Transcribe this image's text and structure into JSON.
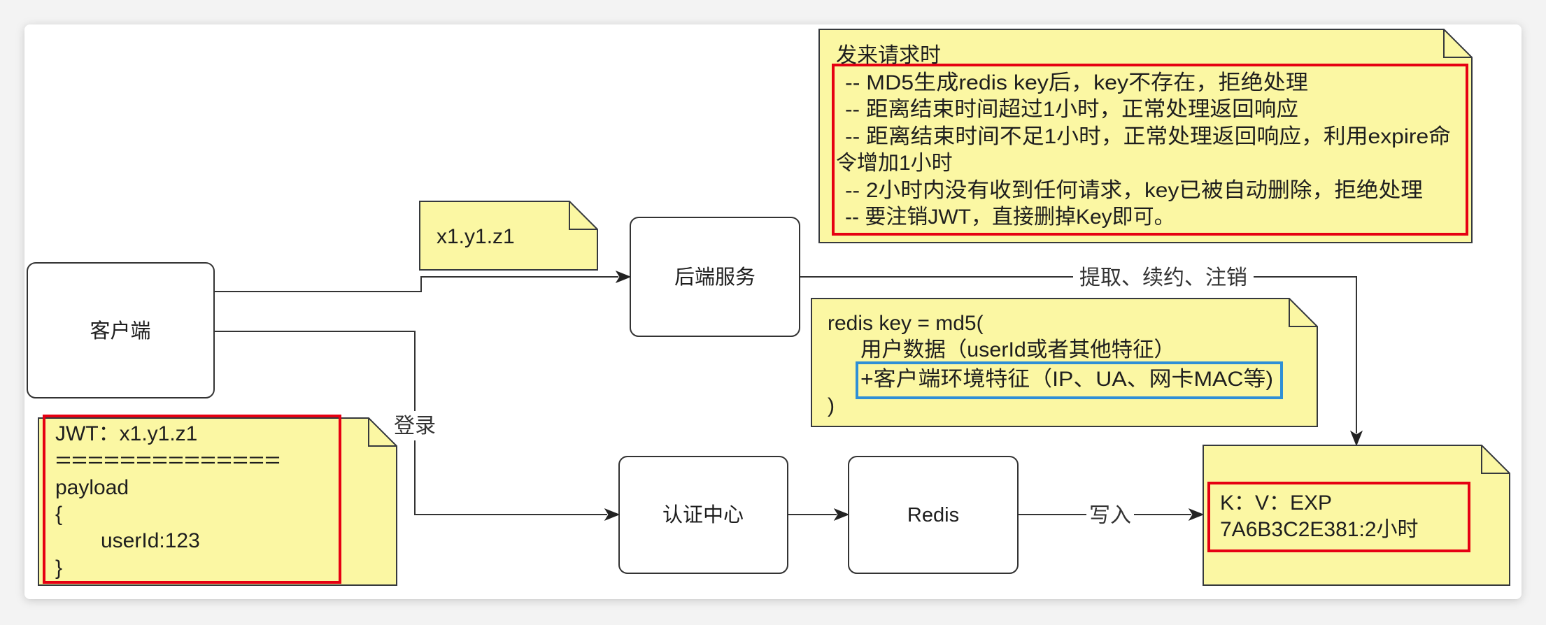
{
  "diagram": {
    "nodes": {
      "client": {
        "label": "客户端"
      },
      "backend": {
        "label": "后端服务"
      },
      "auth_center": {
        "label": "认证中心"
      },
      "redis": {
        "label": "Redis"
      }
    },
    "notes": {
      "request_rules": {
        "title": "发来请求时",
        "lines": [
          "-- MD5生成redis key后，key不存在，拒绝处理",
          "-- 距离结束时间超过1小时，正常处理返回响应",
          "-- 距离结束时间不足1小时，正常处理返回响应，利用expire命",
          "令增加1小时",
          "-- 2小时内没有收到任何请求，key已被自动删除，拒绝处理",
          "-- 要注销JWT，直接删掉Key即可。"
        ]
      },
      "token": {
        "text": "x1.y1.z1"
      },
      "redis_key": {
        "lines": [
          "redis key = md5(",
          "用户数据（userId或者其他特征）",
          "+客户端环境特征（IP、UA、网卡MAC等)",
          ")"
        ]
      },
      "jwt": {
        "lines": [
          "JWT：x1.y1.z1",
          "==============",
          "payload",
          "{",
          "userId:123",
          "}"
        ]
      },
      "kv_store": {
        "lines": [
          "K：V：EXP",
          "7A6B3C2E381:2小时"
        ]
      }
    },
    "edges": {
      "login": "登录",
      "extract_renew_logout": "提取、续约、注销",
      "write": "写入"
    }
  },
  "colors": {
    "note_fill": "#fbf7a3",
    "highlight_red": "#e60012",
    "highlight_blue": "#2e8fd6"
  }
}
